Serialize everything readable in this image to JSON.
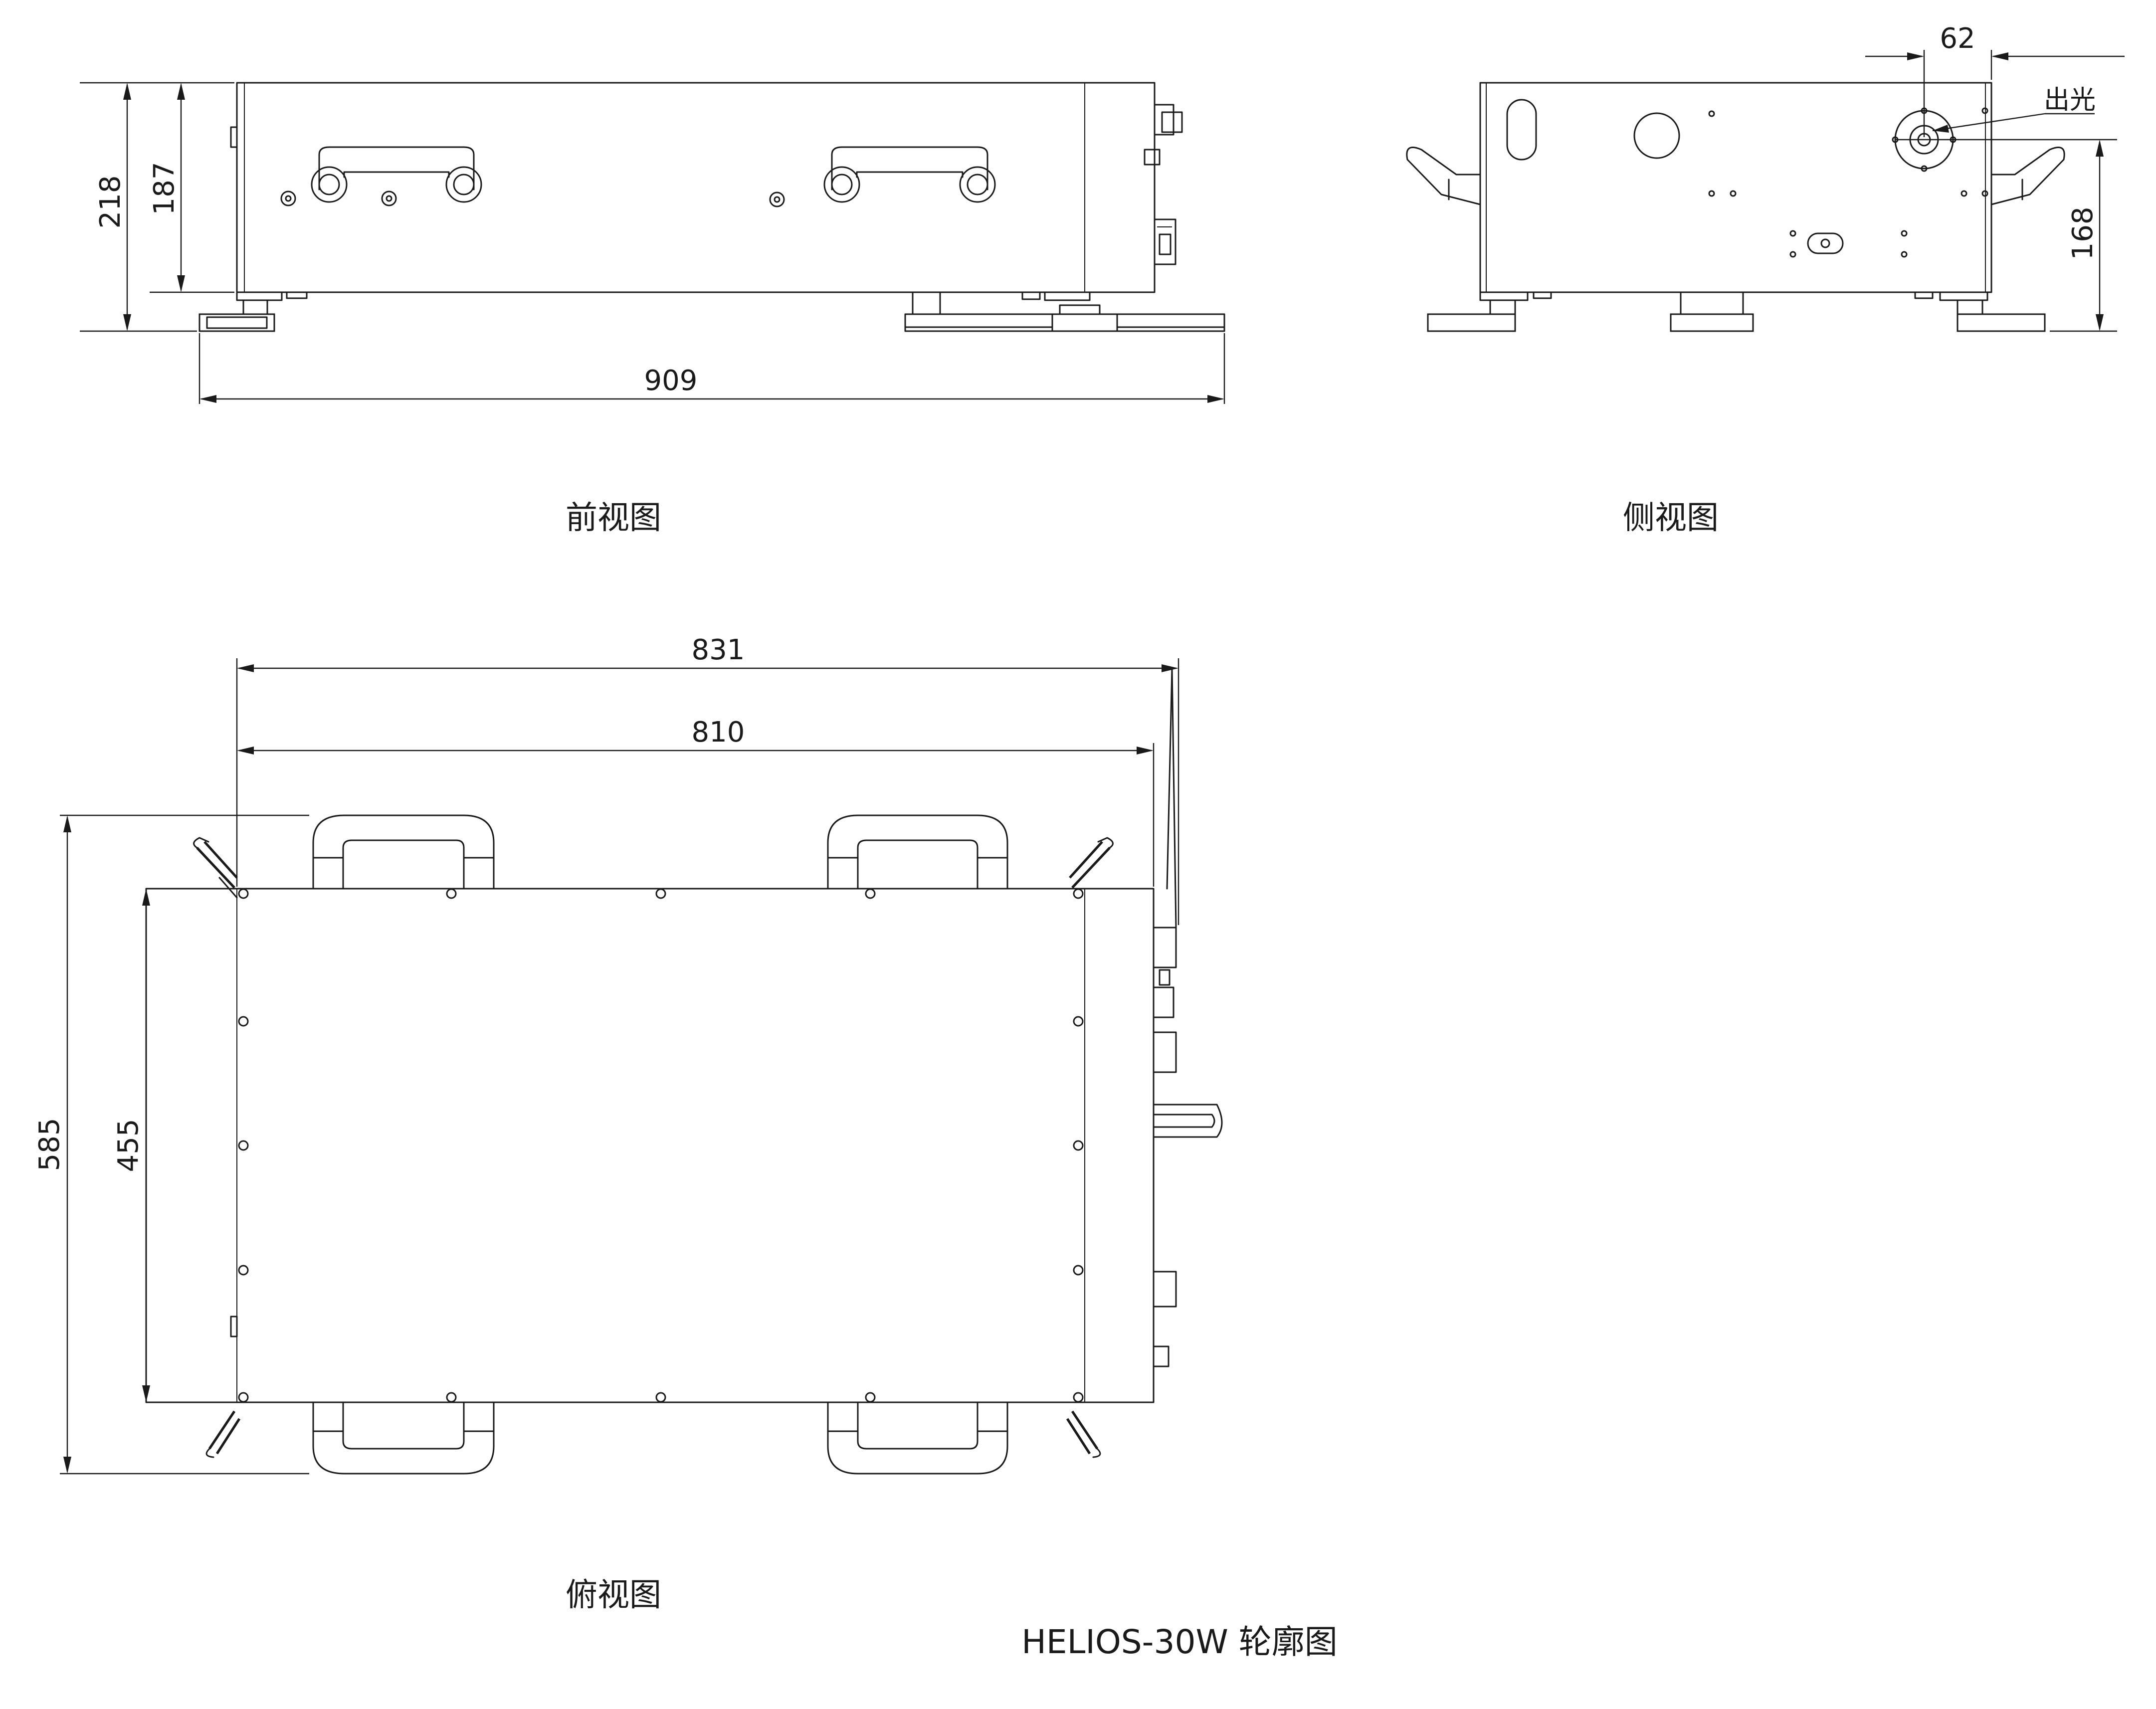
{
  "views": {
    "front": {
      "caption": "前视图",
      "dims": {
        "overall_height": "218",
        "body_height": "187",
        "overall_length": "909"
      }
    },
    "side": {
      "caption": "侧视图",
      "dims": {
        "aperture_offset": "62",
        "aperture_height": "168"
      },
      "callout": "出光"
    },
    "top": {
      "caption": "俯视图",
      "dims": {
        "length_outer": "831",
        "length_inner": "810",
        "depth_outer": "585",
        "depth_inner": "455"
      }
    }
  },
  "drawing_title": "HELIOS-30W 轮廓图"
}
